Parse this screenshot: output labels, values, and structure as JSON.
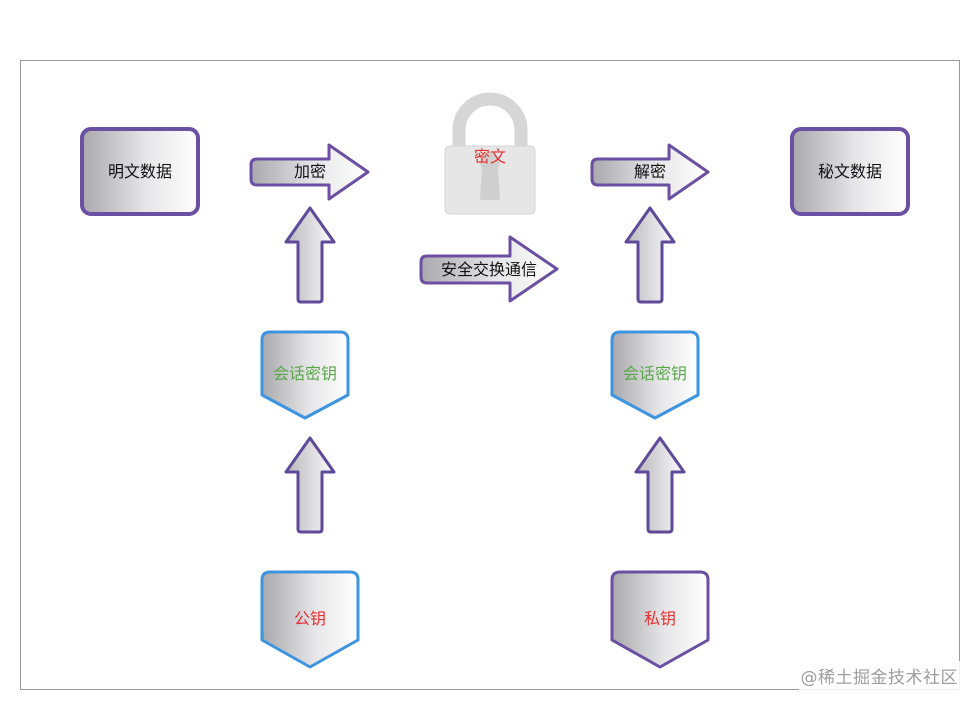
{
  "nodes": {
    "plaintext": "明文数据",
    "ciphertext_data": "秘文数据",
    "encrypt": "加密",
    "decrypt": "解密",
    "cipher": "密文",
    "secure_exchange": "安全交换通信",
    "session_key_left": "会话密钥",
    "session_key_right": "会话密钥",
    "public_key": "公钥",
    "private_key": "私钥"
  },
  "watermark": "@稀土掘金技术社区",
  "colors": {
    "purple_border": "#6a4fa3",
    "blue_border": "#3d94e0",
    "red_text": "#e83030",
    "green_text": "#5aa74a",
    "lock_gray": "#d4d4d4"
  }
}
